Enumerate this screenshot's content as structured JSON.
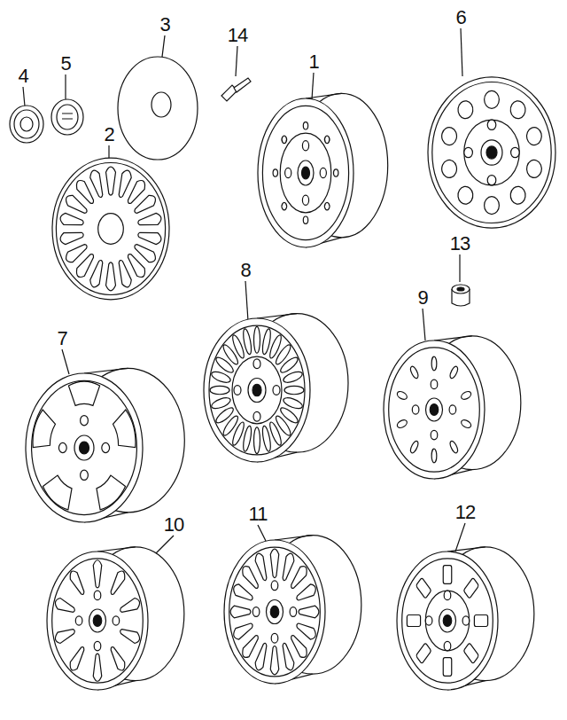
{
  "diagram": {
    "labels": [
      "6",
      "3",
      "14",
      "1",
      "5",
      "4",
      "2",
      "13",
      "8",
      "9",
      "7",
      "12",
      "11",
      "10"
    ]
  }
}
